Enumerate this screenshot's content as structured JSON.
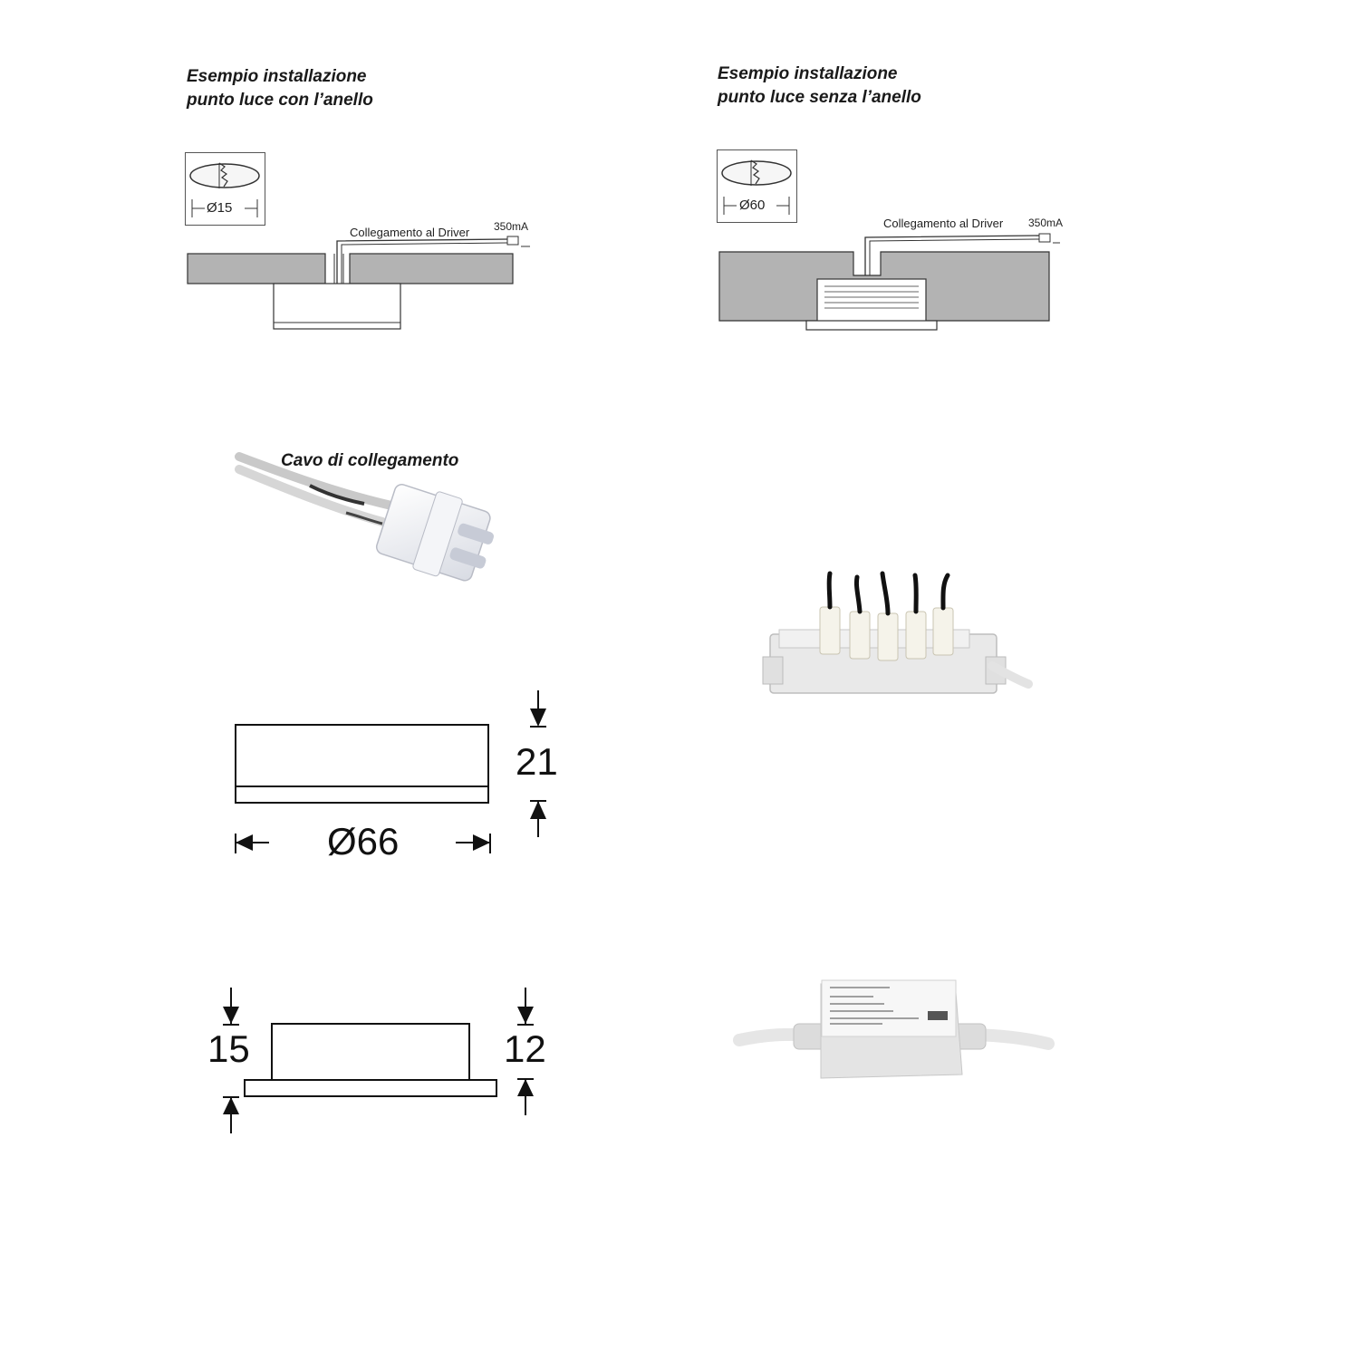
{
  "install_with_ring": {
    "title_line1": "Esempio installazione",
    "title_line2": "punto luce con l’anello",
    "hole_label": "Ø15",
    "connection_label": "Collegamento al Driver",
    "current_label": "350mA"
  },
  "install_without_ring": {
    "title_line1": "Esempio installazione",
    "title_line2": "punto luce senza l’anello",
    "hole_label": "Ø60",
    "connection_label": "Collegamento al Driver",
    "current_label": "350mA"
  },
  "cable": {
    "title": "Cavo di collegamento"
  },
  "dimensions_top": {
    "height_label": "21",
    "diameter_label": "Ø66"
  },
  "dimensions_bottom": {
    "left_height_label": "15",
    "right_height_label": "12"
  },
  "colors": {
    "board_gray": "#b3b3b3",
    "line_dark": "#222222",
    "device_gray": "#e9e9e9"
  },
  "icons": [
    "hole-cut-icon",
    "led-spot",
    "connector-plug",
    "distribution-box",
    "led-driver"
  ]
}
